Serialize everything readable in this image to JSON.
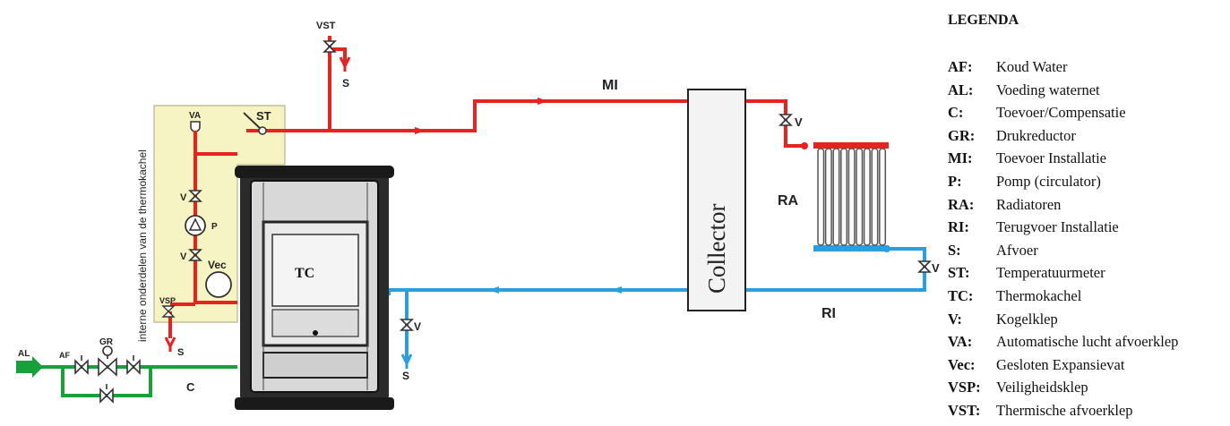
{
  "diagram": {
    "labels": {
      "vst": "VST",
      "s_top": "S",
      "mi": "MI",
      "va": "VA",
      "st": "ST",
      "v_left": "V",
      "p": "P",
      "v_left2": "V",
      "vec": "Vec",
      "vsp": "VSP",
      "s_left": "S",
      "al": "AL",
      "af": "AF",
      "gr": "GR",
      "c": "C",
      "tc": "TC",
      "v_mid": "V",
      "s_mid": "S",
      "collector": "Collector",
      "v_top_right": "V",
      "ra": "RA",
      "v_right": "V",
      "ri": "RI"
    },
    "side_caption": "interne onderdelen van de thermokachel",
    "colors": {
      "flow": "#e8231f",
      "return": "#2a9fe0",
      "supply": "#18a13b",
      "panel": "#f7f4c3"
    }
  },
  "legend": {
    "title": "LEGENDA",
    "items": [
      {
        "code": "AF:",
        "desc": "Koud Water"
      },
      {
        "code": "AL:",
        "desc": "Voeding waternet"
      },
      {
        "code": "C:",
        "desc": "Toevoer/Compensatie"
      },
      {
        "code": "GR:",
        "desc": "Drukreductor"
      },
      {
        "code": "MI:",
        "desc": "Toevoer Installatie"
      },
      {
        "code": "P:",
        "desc": "Pomp (circulator)"
      },
      {
        "code": "RA:",
        "desc": "Radiatoren"
      },
      {
        "code": "RI:",
        "desc": "Terugvoer Installatie"
      },
      {
        "code": "S:",
        "desc": "Afvoer"
      },
      {
        "code": "ST:",
        "desc": "Temperatuurmeter"
      },
      {
        "code": "TC:",
        "desc": "Thermokachel"
      },
      {
        "code": "V:",
        "desc": "Kogelklep"
      },
      {
        "code": "VA:",
        "desc": "Automatische lucht afvoerklep"
      },
      {
        "code": "Vec:",
        "desc": "Gesloten Expansievat"
      },
      {
        "code": "VSP:",
        "desc": "Veiligheidsklep"
      },
      {
        "code": "VST:",
        "desc": "Thermische afvoerklep"
      }
    ]
  }
}
